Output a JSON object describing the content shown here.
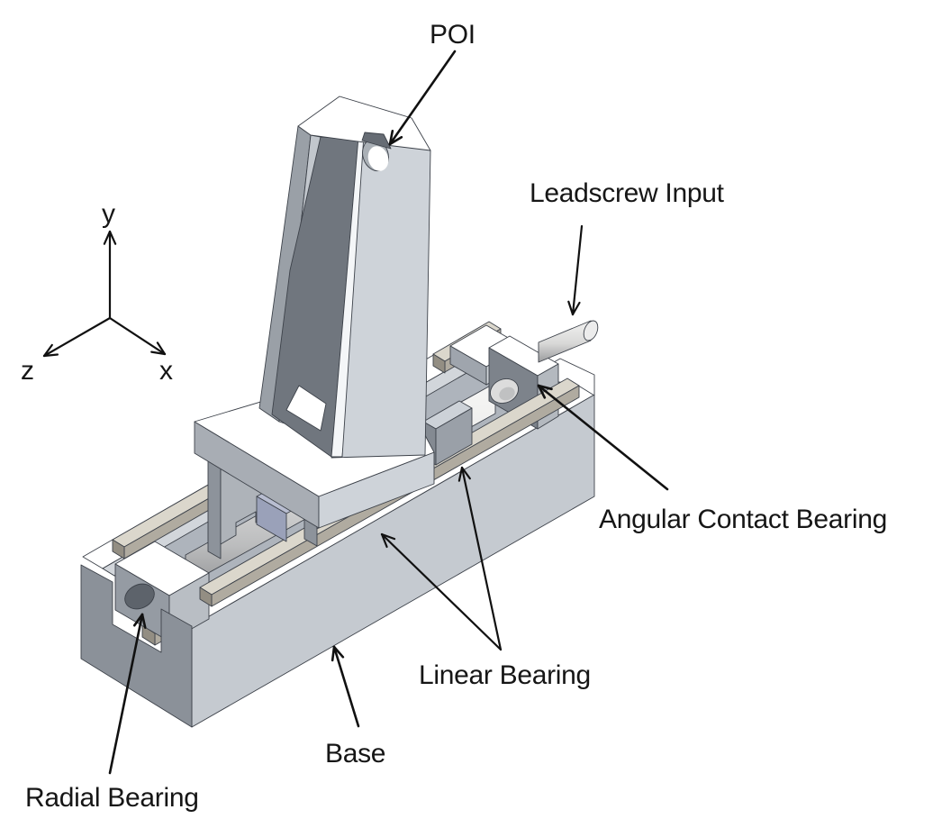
{
  "figure": {
    "type": "isometric CAD illustration",
    "subject": "single-axis leadscrew-driven linear stage with labeled components"
  },
  "labels": {
    "poi": "POI",
    "leadscrew_input": "Leadscrew Input",
    "angular_contact_bearing": "Angular Contact Bearing",
    "linear_bearing": "Linear Bearing",
    "base": "Base",
    "radial_bearing": "Radial Bearing"
  },
  "axes": {
    "x": "x",
    "y": "y",
    "z": "z"
  },
  "colors": {
    "background": "#ffffff",
    "ink": "#161616",
    "edge": "#3d424a",
    "face_white": "#ffffff",
    "face_light": "#ced3d9",
    "face_medium": "#a8adb4",
    "face_dark": "#7d838b",
    "channel": "#aeb4bc",
    "rail_top": "#dbd7cc",
    "rail_side": "#b0aba0",
    "rail_end": "#938e83",
    "nut_blue": "#9aa1b9",
    "bore_dark": "#5d636b"
  }
}
